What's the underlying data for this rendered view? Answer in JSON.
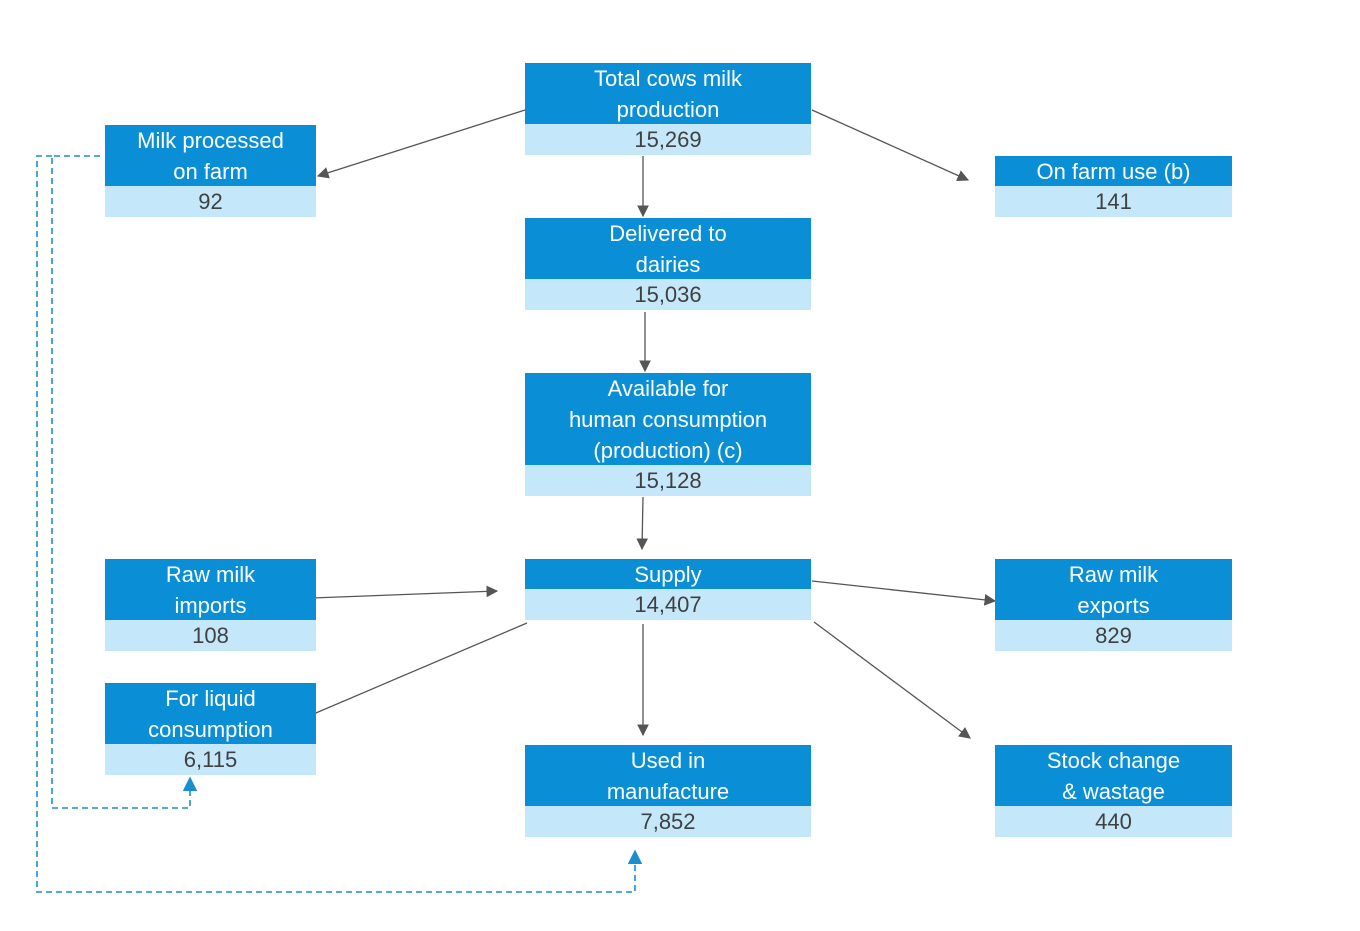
{
  "nodes": {
    "total_production": {
      "lines": [
        "Total cows milk",
        "production"
      ],
      "value": "15,269"
    },
    "processed_on_farm": {
      "lines": [
        "Milk processed",
        "on farm"
      ],
      "value": "92"
    },
    "on_farm_use": {
      "lines": [
        "On farm use (b)"
      ],
      "value": "141"
    },
    "delivered_to_dairies": {
      "lines": [
        "Delivered to",
        "dairies"
      ],
      "value": "15,036"
    },
    "available_human": {
      "lines": [
        "Available for",
        "human consumption",
        "(production) (c)"
      ],
      "value": "15,128"
    },
    "supply": {
      "lines": [
        "Supply"
      ],
      "value": "14,407"
    },
    "raw_imports": {
      "lines": [
        "Raw milk",
        "imports"
      ],
      "value": "108"
    },
    "raw_exports": {
      "lines": [
        "Raw milk",
        "exports"
      ],
      "value": "829"
    },
    "liquid_consumption": {
      "lines": [
        "For liquid",
        "consumption"
      ],
      "value": "6,115"
    },
    "used_in_manufacture": {
      "lines": [
        "Used in",
        "manufacture"
      ],
      "value": "7,852"
    },
    "stock_change": {
      "lines": [
        "Stock change",
        "& wastage"
      ],
      "value": "440"
    }
  },
  "colors": {
    "header": "#0a8fd6",
    "value_band": "#c4e8fa",
    "arrow": "#555555",
    "dashed": "#1a8fd0"
  }
}
